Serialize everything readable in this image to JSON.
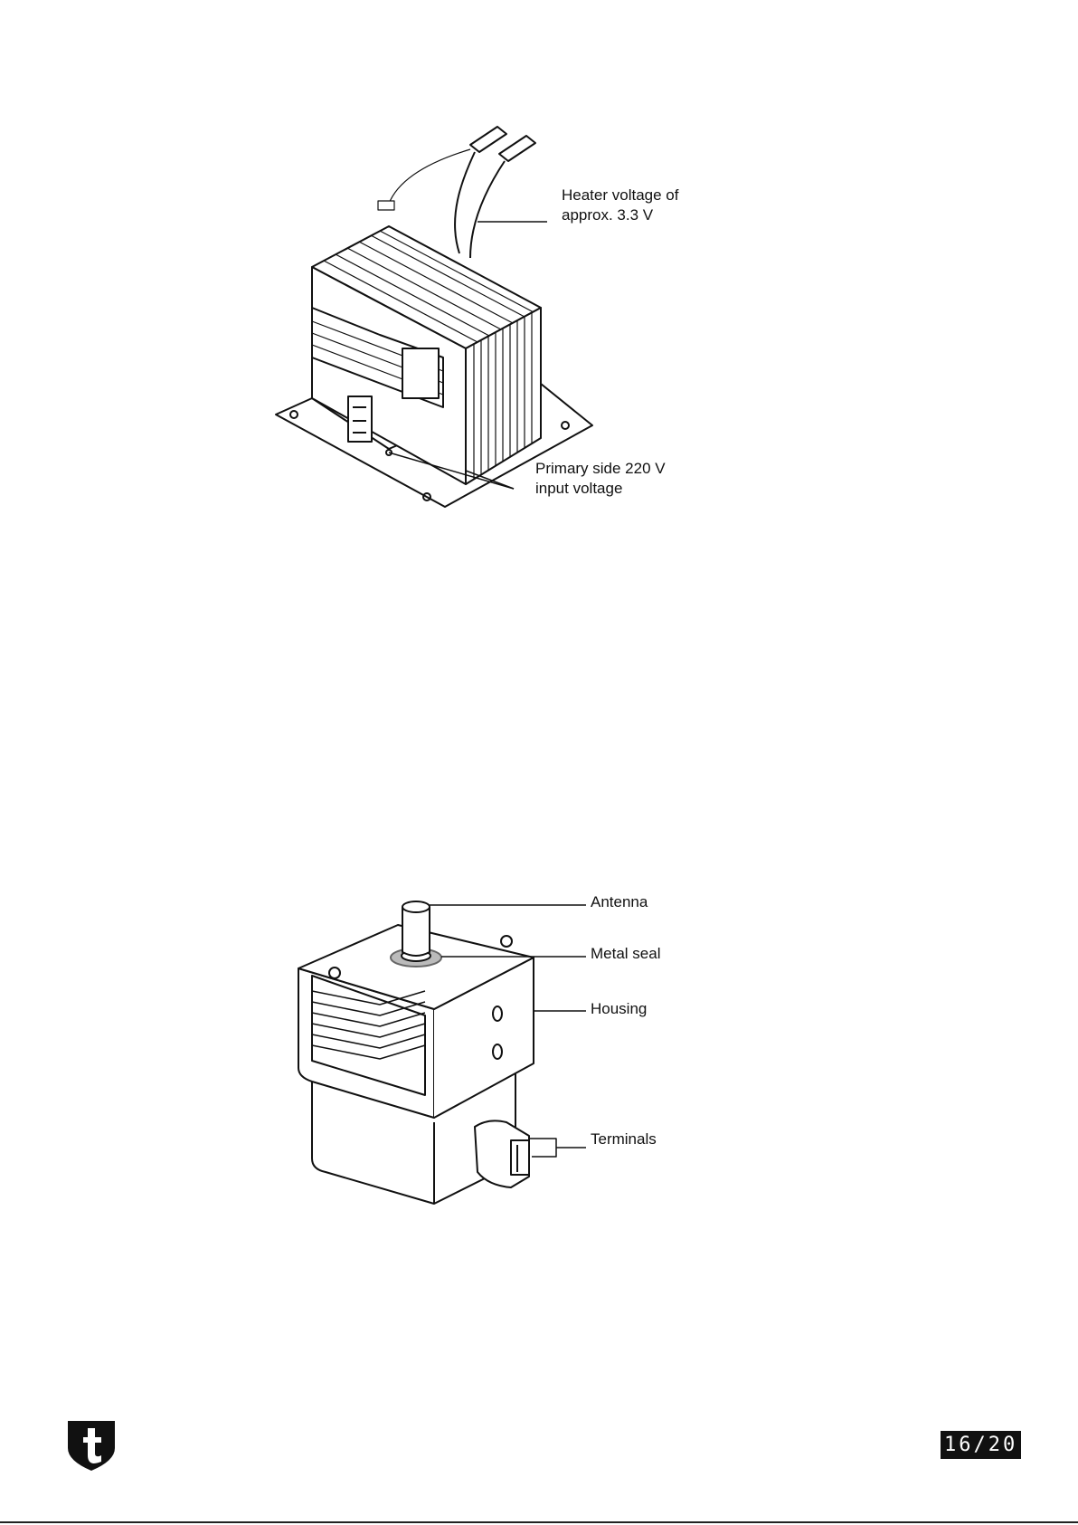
{
  "transformer_figure": {
    "labels": {
      "heater_line1": "Heater voltage of",
      "heater_line2": "approx. 3.3 V",
      "primary_line1": "Primary side 220 V",
      "primary_line2": "input voltage"
    }
  },
  "magnetron_figure": {
    "labels": {
      "antenna": "Antenna",
      "metal_seal": "Metal seal",
      "housing": "Housing",
      "terminals": "Terminals"
    }
  },
  "footer": {
    "logo_icon": "t-shield-logo-icon",
    "page_number": "16/20"
  }
}
